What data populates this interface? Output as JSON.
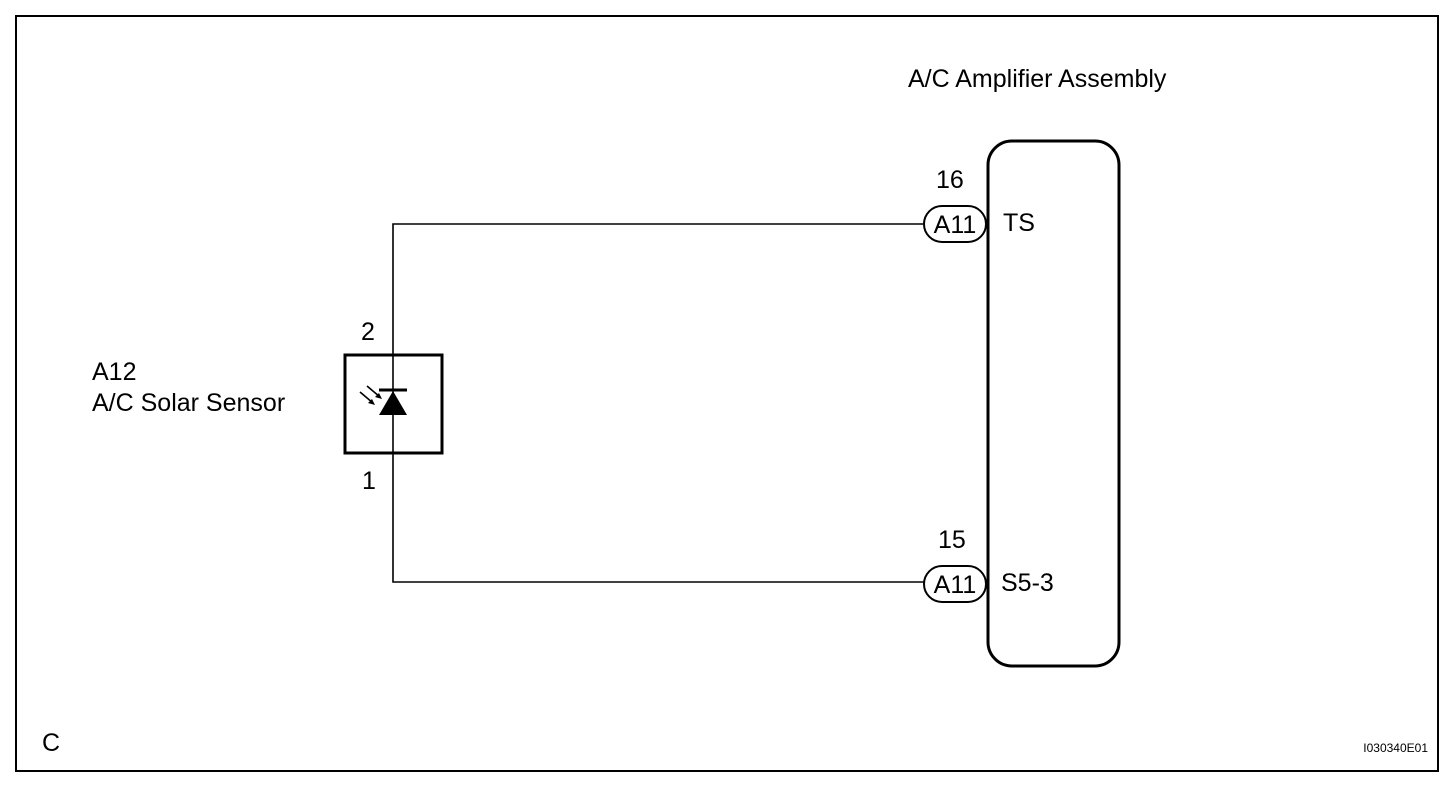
{
  "amplifier": {
    "title": "A/C Amplifier Assembly",
    "pins": [
      {
        "pin_number": "16",
        "connector": "A11",
        "terminal": "TS"
      },
      {
        "pin_number": "15",
        "connector": "A11",
        "terminal": "S5-3"
      }
    ]
  },
  "sensor": {
    "code": "A12",
    "name": "A/C Solar Sensor",
    "pin_top": "2",
    "pin_bottom": "1",
    "symbol": "photodiode-icon"
  },
  "footer": {
    "corner_letter": "C",
    "figure_id": "I030340E01"
  }
}
